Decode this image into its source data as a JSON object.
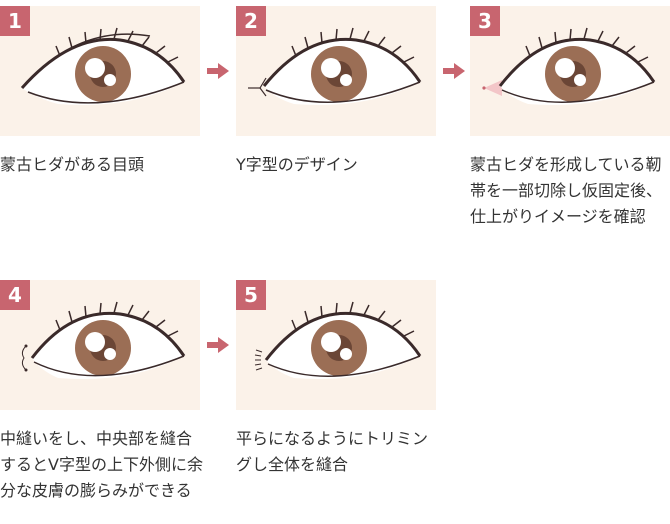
{
  "steps": [
    {
      "number": "1",
      "caption": "蒙古ヒダがある目頭"
    },
    {
      "number": "2",
      "caption": "Y字型のデザイン"
    },
    {
      "number": "3",
      "caption": "蒙古ヒダを形成している靭帯を一部切除し仮固定後、仕上がりイメージを確認"
    },
    {
      "number": "4",
      "caption": "中縫いをし、中央部を縫合するとV字型の上下外側に余分な皮膚の膨らみができる"
    },
    {
      "number": "5",
      "caption": "平らになるようにトリミングし全体を縫合"
    }
  ],
  "colors": {
    "badge": "#c8656f",
    "panel": "#fbf2e9",
    "arrow": "#c8656f",
    "iris": "#9b6e55"
  }
}
